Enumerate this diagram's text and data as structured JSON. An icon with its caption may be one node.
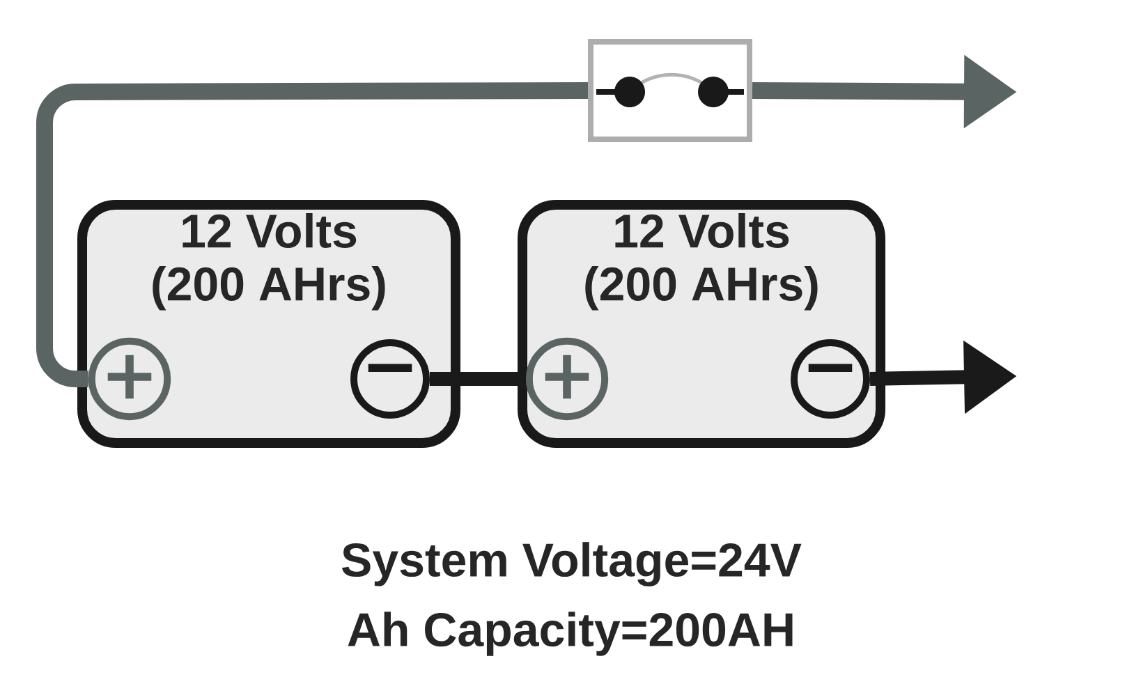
{
  "diagram": {
    "nodes": [
      {
        "text": [
          "12 Volts",
          "(200 AHrs)"
        ]
      },
      {
        "text": [
          "12 Volts",
          "(200 AHrs)"
        ]
      },
      {
        "text": [
          "+"
        ],
        "in": 0
      },
      {
        "text": [
          "−"
        ],
        "in": 0
      },
      {
        "text": [
          "+"
        ],
        "in": 1
      },
      {
        "text": [
          "−"
        ],
        "in": 1
      },
      {
        "text": [],
        "shape": "box"
      }
    ],
    "edges": [
      {
        "from": 2,
        "to": 6,
        "arrow": "none",
        "color": "#5a6563"
      },
      {
        "from": 6,
        "to": null,
        "arrow": "to",
        "color": "#5a6563"
      },
      {
        "from": 3,
        "to": 4,
        "arrow": "none",
        "color": "#1a1a1a"
      },
      {
        "from": 5,
        "to": null,
        "arrow": "to",
        "color": "#1a1a1a"
      }
    ],
    "labels": [
      "System Voltage=24V",
      "Ah Capacity=200AH"
    ]
  }
}
